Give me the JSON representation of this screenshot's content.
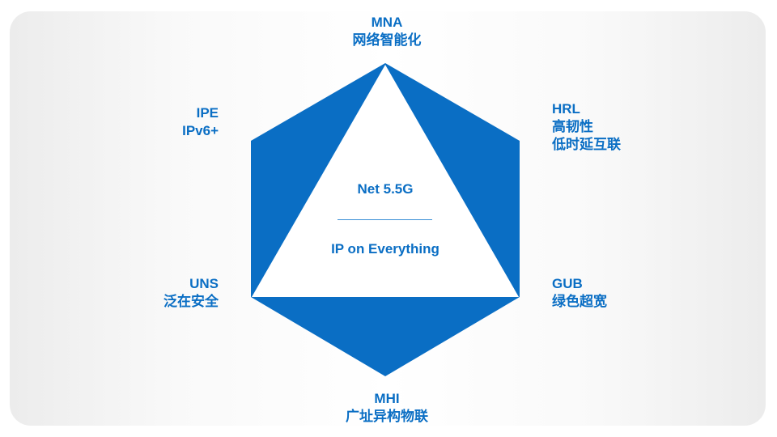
{
  "diagram": {
    "center": {
      "title": "Net 5.5G",
      "subtitle": "IP on Everything"
    },
    "vertices": {
      "top": {
        "code": "MNA",
        "text": "网络智能化"
      },
      "right_upper": {
        "code": "HRL",
        "line1": "高韧性",
        "line2": "低时延互联"
      },
      "right_lower": {
        "code": "GUB",
        "text": "绿色超宽"
      },
      "bottom": {
        "code": "MHI",
        "text": "广址异构物联"
      },
      "left_lower": {
        "code": "UNS",
        "text": "泛在安全"
      },
      "left_upper": {
        "code": "IPE",
        "text": "IPv6+"
      }
    },
    "colors": {
      "primary": "#0a6ec4",
      "hexagon_fill": "#0a6ec4",
      "triangle_fill": "#ffffff"
    }
  }
}
